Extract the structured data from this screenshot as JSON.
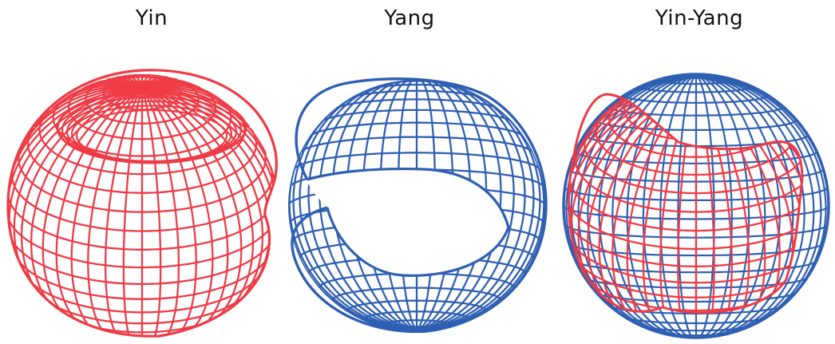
{
  "panels": [
    {
      "key": "yin",
      "title": "Yin",
      "grids": [
        "red"
      ]
    },
    {
      "key": "yang",
      "title": "Yang",
      "grids": [
        "blue"
      ]
    },
    {
      "key": "yinyang",
      "title": "Yin-Yang",
      "grids": [
        "blue",
        "red"
      ]
    }
  ],
  "colors": {
    "red": "#ee3b46",
    "blue": "#2f5fb3",
    "background": "#ffffff",
    "text": "#111111"
  }
}
